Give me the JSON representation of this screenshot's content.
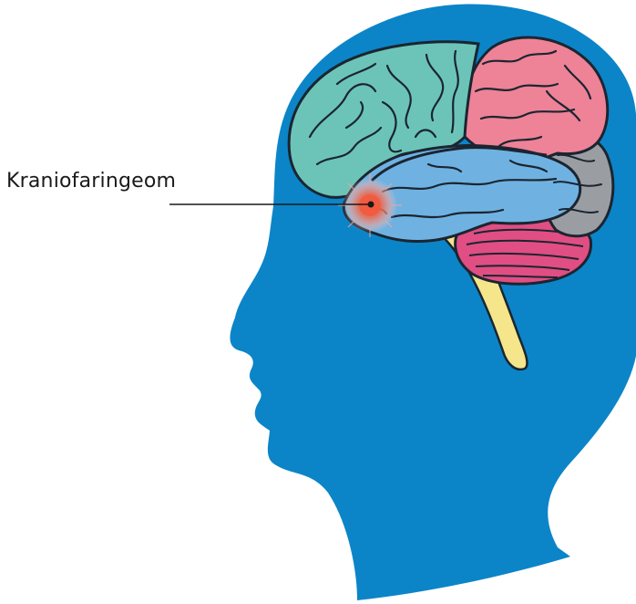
{
  "annotation": {
    "label": "Kraniofaringeom"
  },
  "colors": {
    "head": "#0b85c8",
    "head_outline": "#0872ab",
    "frontal_lobe": "#6cc4b8",
    "parietal_lobe": "#ee8297",
    "occipital_lobe": "#9a9ea3",
    "temporal_lobe": "#6fb2e2",
    "cerebellum": "#e04e84",
    "brainstem": "#f5e58b",
    "tumor": "#f26b50",
    "leader_line": "#1a1a1a",
    "sulci": "#1b2530"
  },
  "icons": {
    "head": "head-silhouette",
    "brain": "brain-illustration",
    "tumor": "tumor-marker"
  }
}
